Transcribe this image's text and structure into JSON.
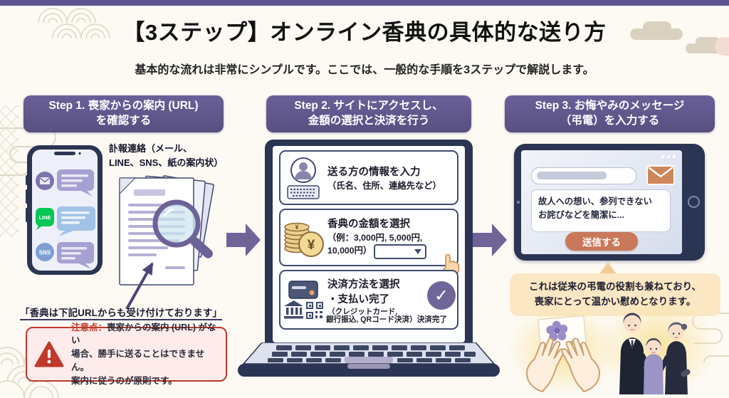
{
  "header": {
    "title": "【3ステップ】オンライン香典の具体的な送り方",
    "subtitle": "基本的な流れは非常にシンプルです。ここでは、一般的な手順を3ステップで解説します。"
  },
  "steps": {
    "step1": {
      "l1": "Step 1. 喪家からの案内 (URL)",
      "l2": "を確認する"
    },
    "step2": {
      "l1": "Step 2. サイトにアクセスし、",
      "l2": "金額の選択と決済を行う"
    },
    "step3": {
      "l1": "Step 3. お悔やみのメッセージ",
      "l2": "（弔電）を入力する"
    }
  },
  "step1": {
    "phone": {
      "line_label": "LINE",
      "sns_label": "SNS"
    },
    "contact_l1": "訃報連絡（メール、",
    "contact_l2": "LINE、SNS、紙の案内状）",
    "quote": "「香典は下記URLからも受け付けております」",
    "warning": {
      "prefix": "注意点：",
      "l1": "喪家からの案内 (URL) がない",
      "l2": "場合、勝手に送ることはできません。",
      "l3": "案内に従うのが原則です。"
    }
  },
  "step2": {
    "panel1": {
      "l1": "送る方の情報を入力",
      "l2": "（氏名、住所、連絡先など）"
    },
    "panel2": {
      "l1": "香典の金額を選択",
      "l2": "（例：3,000円, 5,000円,",
      "l3": "10,000円）",
      "coin_symbol": "¥"
    },
    "panel3": {
      "l1": "決済方法を選択",
      "l2": "・支払い完了",
      "l3": "（クレジットカード,",
      "l4": "銀行振込, QRコード決済）決済完了"
    }
  },
  "step3": {
    "message_l1": "故人への想い、参列できない",
    "message_l2": "お詫びなどを簡潔に...",
    "send_button": "送信する",
    "note_l1": "これは従来の弔電の役割も兼ねており、",
    "note_l2": "喪家にとって温かい慰めとなります。"
  },
  "colors": {
    "accent_purple": "#5d538e",
    "navy": "#2b3553",
    "warning_red": "#c0392b",
    "button_salmon": "#c9785a",
    "note_peach": "#fbe7c3",
    "line_green": "#06c755",
    "background": "#fdfaf4"
  }
}
